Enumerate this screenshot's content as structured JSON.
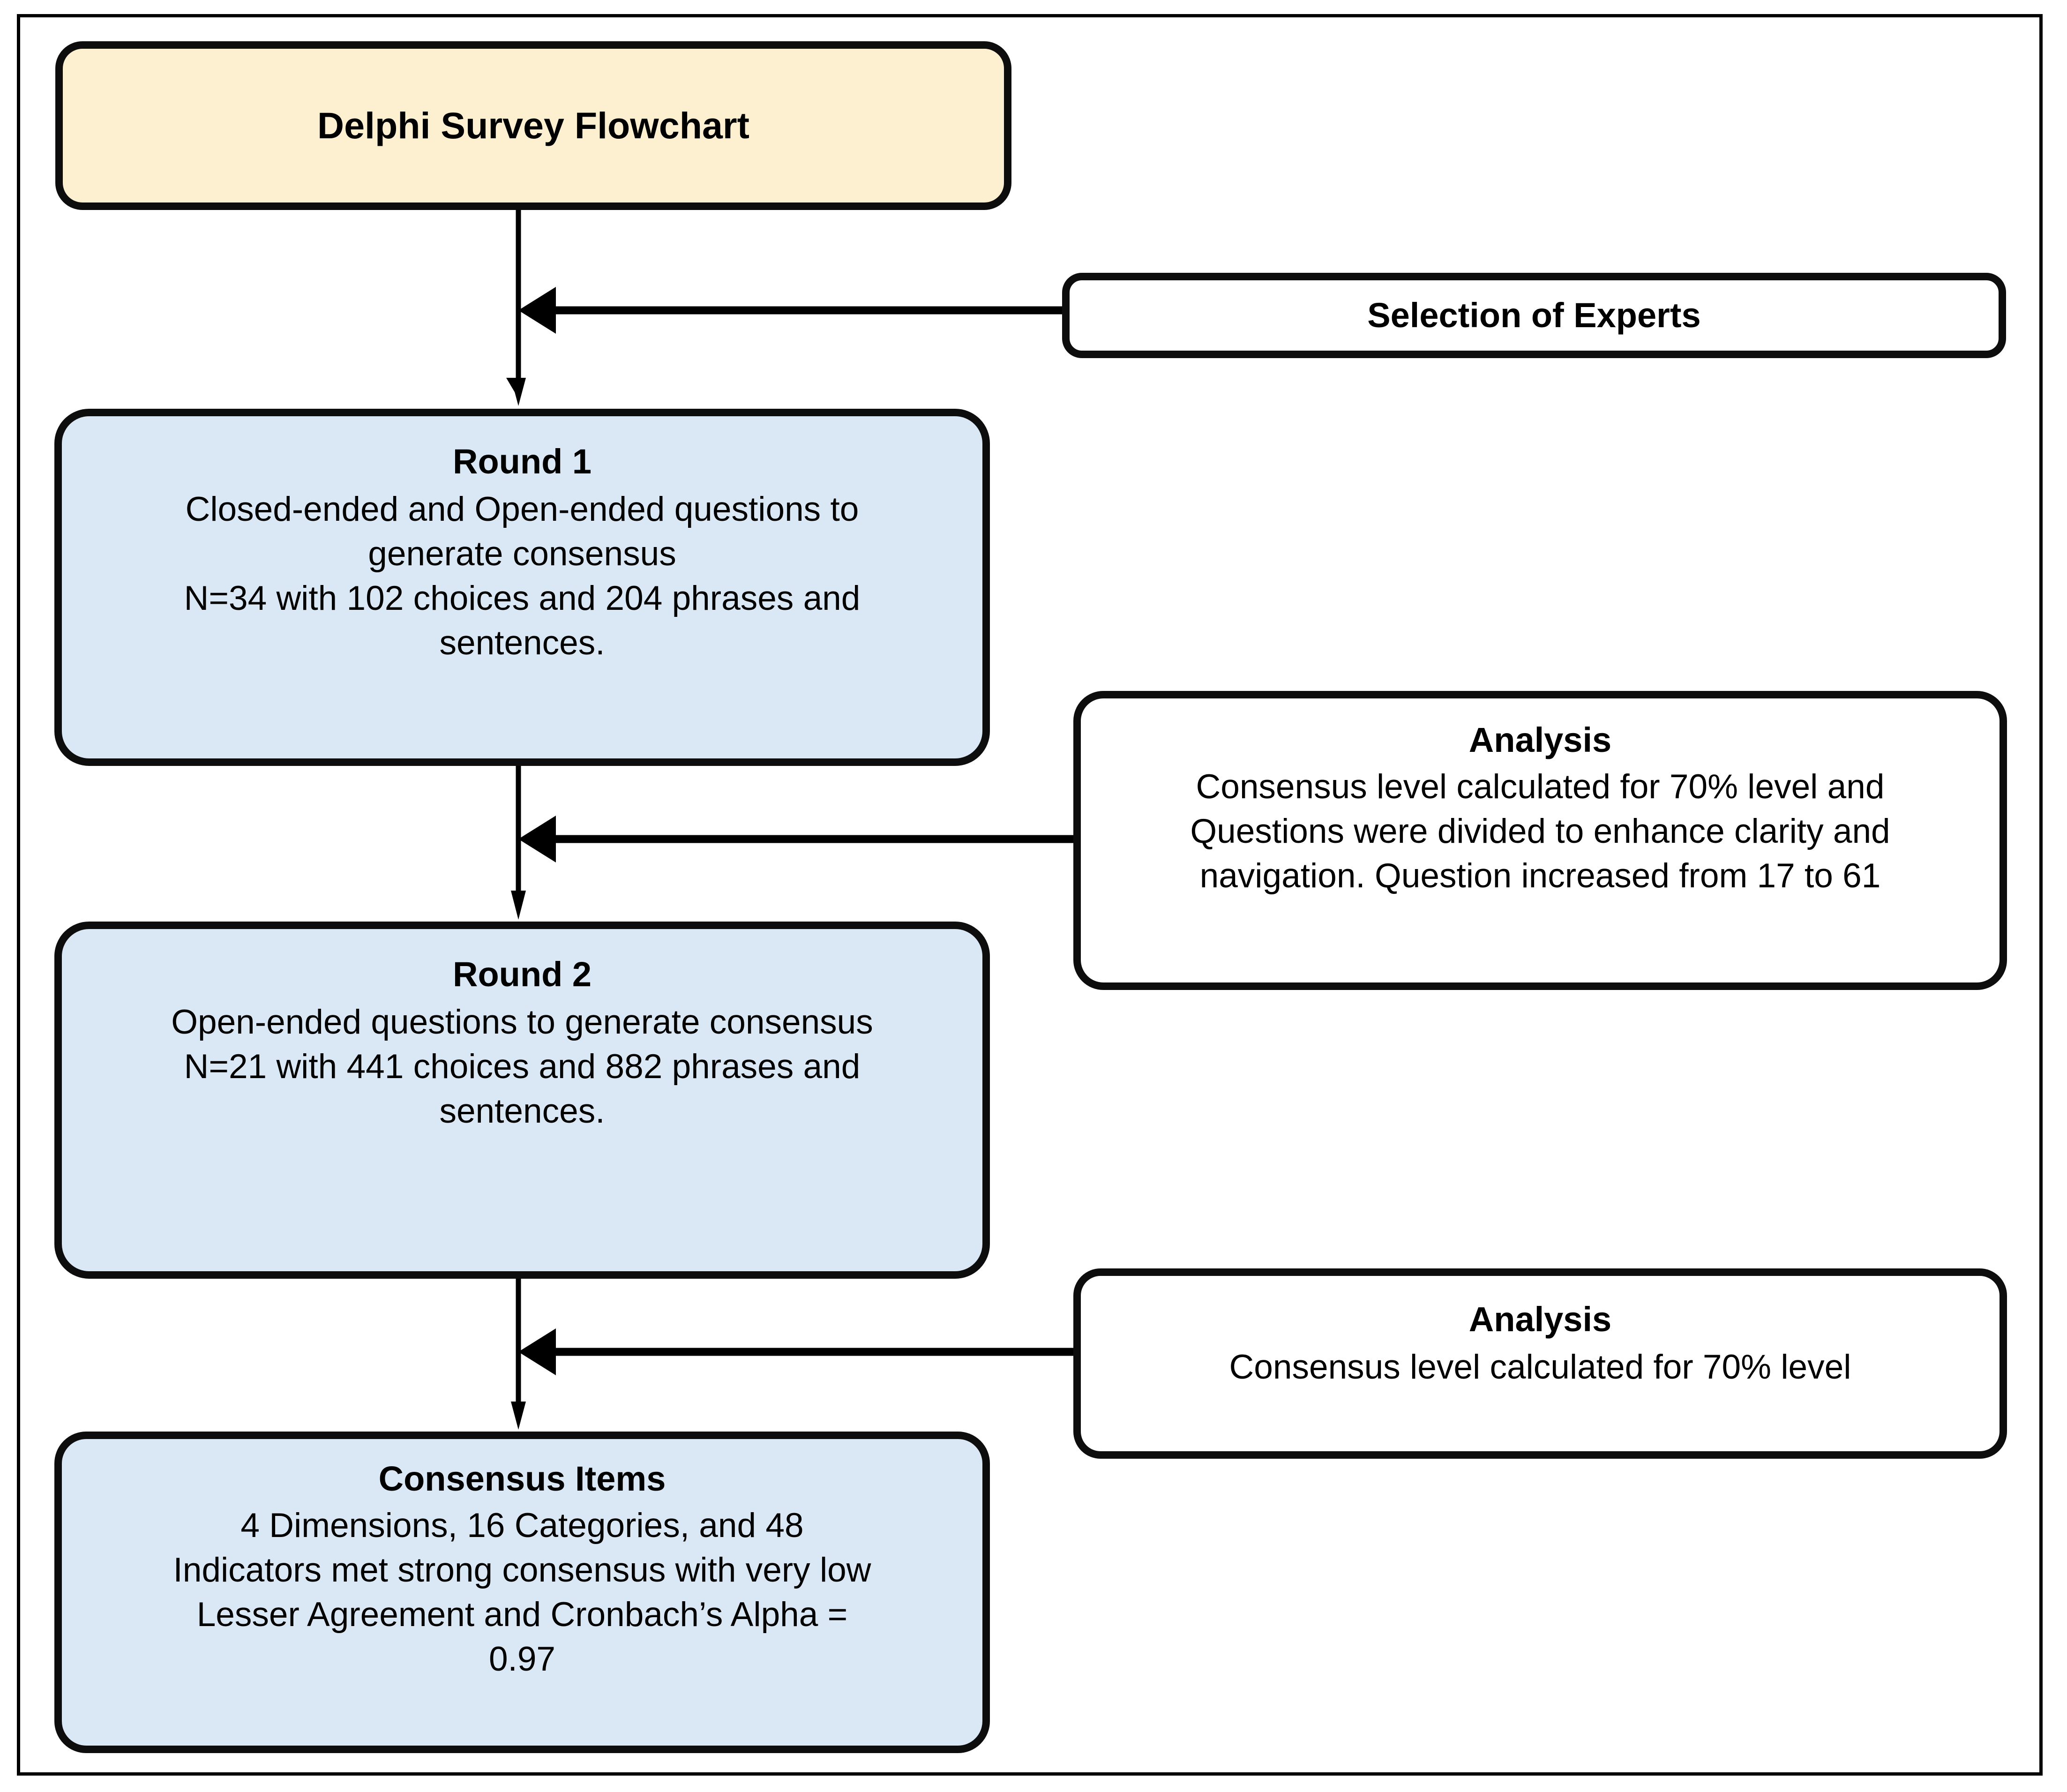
{
  "diagram": {
    "title_box": {
      "label": "Delphi Survey Flowchart",
      "fill": "#fcf0d0"
    },
    "selection_box": {
      "label": "Selection of Experts",
      "fill": "#ffffff"
    },
    "round1": {
      "title": "Round 1",
      "lines": [
        "Closed-ended and Open-ended questions to",
        "generate consensus",
        "N=34  with 102 choices and 204 phrases and",
        "sentences."
      ],
      "fill": "#dae8f5"
    },
    "analysis1": {
      "title": "Analysis",
      "lines": [
        "Consensus level calculated for 70% level and",
        "Questions were divided to enhance clarity and",
        "navigation. Question increased from 17 to 61"
      ],
      "fill": "#ffffff"
    },
    "round2": {
      "title": "Round 2",
      "lines": [
        "Open-ended questions to generate consensus",
        "N=21  with 441 choices and 882 phrases and",
        "sentences."
      ],
      "fill": "#dae8f5"
    },
    "analysis2": {
      "title": "Analysis",
      "lines": [
        "Consensus level calculated for 70% level"
      ],
      "fill": "#ffffff"
    },
    "consensus": {
      "title": "Consensus Items",
      "lines": [
        "4 Dimensions, 16 Categories, and 48",
        "Indicators met strong consensus with very low",
        "Lesser Agreement and Cronbach’s Alpha =",
        "0.97"
      ],
      "fill": "#dae8f5"
    },
    "colors": {
      "stroke": "#0d0d0d",
      "frame": "#000000",
      "background": "#ffffff"
    }
  },
  "chart_data": {
    "type": "diagram",
    "title": "Delphi Survey Flowchart",
    "nodes": [
      {
        "id": "title",
        "label": "Delphi Survey Flowchart",
        "fill": "#fcf0d0",
        "column": "left"
      },
      {
        "id": "experts",
        "label": "Selection of Experts",
        "fill": "#ffffff",
        "column": "right"
      },
      {
        "id": "round1",
        "label": "Round 1",
        "fill": "#dae8f5",
        "column": "left"
      },
      {
        "id": "analysis1",
        "label": "Analysis",
        "fill": "#ffffff",
        "column": "right"
      },
      {
        "id": "round2",
        "label": "Round 2",
        "fill": "#dae8f5",
        "column": "left"
      },
      {
        "id": "analysis2",
        "label": "Analysis",
        "fill": "#ffffff",
        "column": "right"
      },
      {
        "id": "consensus",
        "label": "Consensus Items",
        "fill": "#dae8f5",
        "column": "left"
      }
    ],
    "edges": [
      {
        "from": "title",
        "to": "round1",
        "type": "vertical-arrow"
      },
      {
        "from": "experts",
        "to": "title-round1-link",
        "type": "horizontal-arrow-left"
      },
      {
        "from": "round1",
        "to": "round2",
        "type": "vertical-arrow"
      },
      {
        "from": "analysis1",
        "to": "round1-round2-link",
        "type": "horizontal-arrow-left"
      },
      {
        "from": "round2",
        "to": "consensus",
        "type": "vertical-arrow"
      },
      {
        "from": "analysis2",
        "to": "round2-consensus-link",
        "type": "horizontal-arrow-left"
      }
    ]
  }
}
